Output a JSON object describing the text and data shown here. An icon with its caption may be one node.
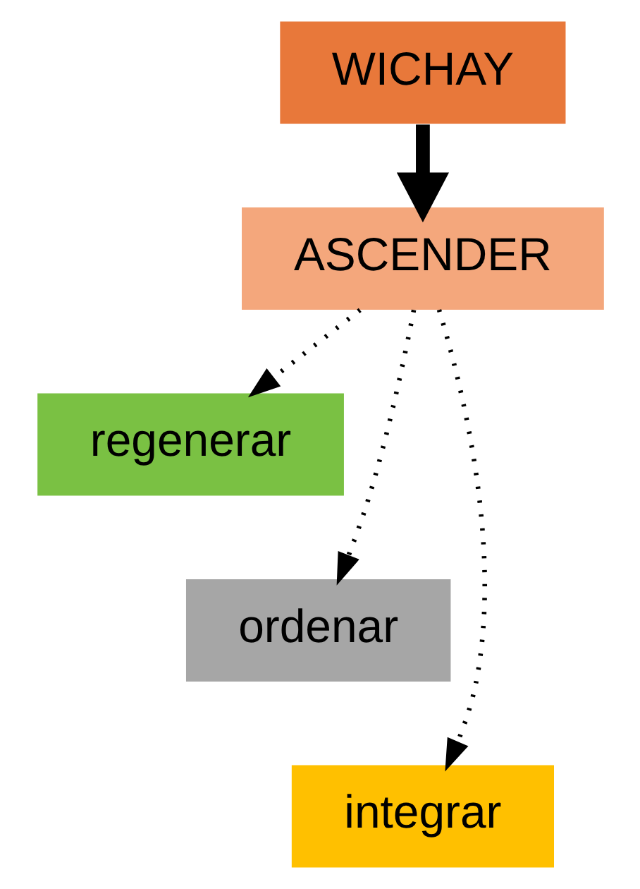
{
  "diagram": {
    "nodes": [
      {
        "text": [
          "WICHAY"
        ]
      },
      {
        "text": [
          "ASCENDER"
        ]
      },
      {
        "text": [
          "regenerar"
        ]
      },
      {
        "text": [
          "ordenar"
        ]
      },
      {
        "text": [
          "integrar"
        ]
      }
    ],
    "edges": [
      {
        "from": 0,
        "to": 1,
        "arrow": "to",
        "style": "thick"
      },
      {
        "from": 1,
        "to": 2,
        "arrow": "to",
        "style": "dashed"
      },
      {
        "from": 1,
        "to": 3,
        "arrow": "to",
        "style": "dashed"
      },
      {
        "from": 1,
        "to": 4,
        "arrow": "to",
        "style": "dashed"
      }
    ]
  }
}
